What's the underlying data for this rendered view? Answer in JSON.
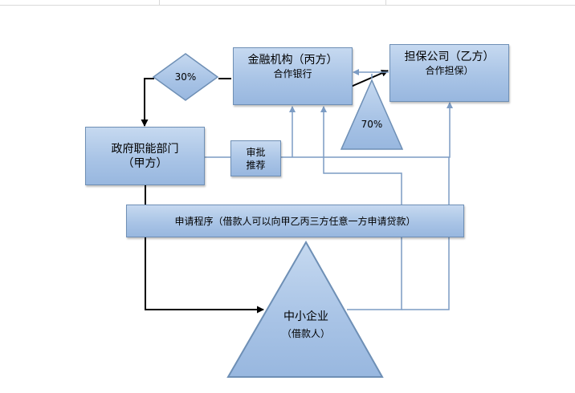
{
  "nodes": {
    "gov": {
      "title": "政府职能部门",
      "subtitle": "（甲方）"
    },
    "bank": {
      "title": "金融机构（丙方）",
      "subtitle": "合作银行"
    },
    "guarantee": {
      "title": "担保公司（乙方）",
      "subtitle": "合作担保）"
    },
    "approval": {
      "line1": "审批",
      "line2": "推荐"
    },
    "procedure": {
      "label": "申请程序（借款人可以向甲乙丙三方任意一方申请贷款）"
    },
    "sme": {
      "title": "中小企业",
      "subtitle": "（借款人）"
    },
    "share_gov": {
      "label": "30%"
    },
    "share_guarantee": {
      "label": "70%"
    }
  },
  "colors": {
    "node_fill_top": "#c6d9f0",
    "node_fill_bottom": "#98b7df",
    "node_border": "#6e8fb5",
    "connector_blue": "#7c9cc4",
    "connector_black": "#000000"
  }
}
